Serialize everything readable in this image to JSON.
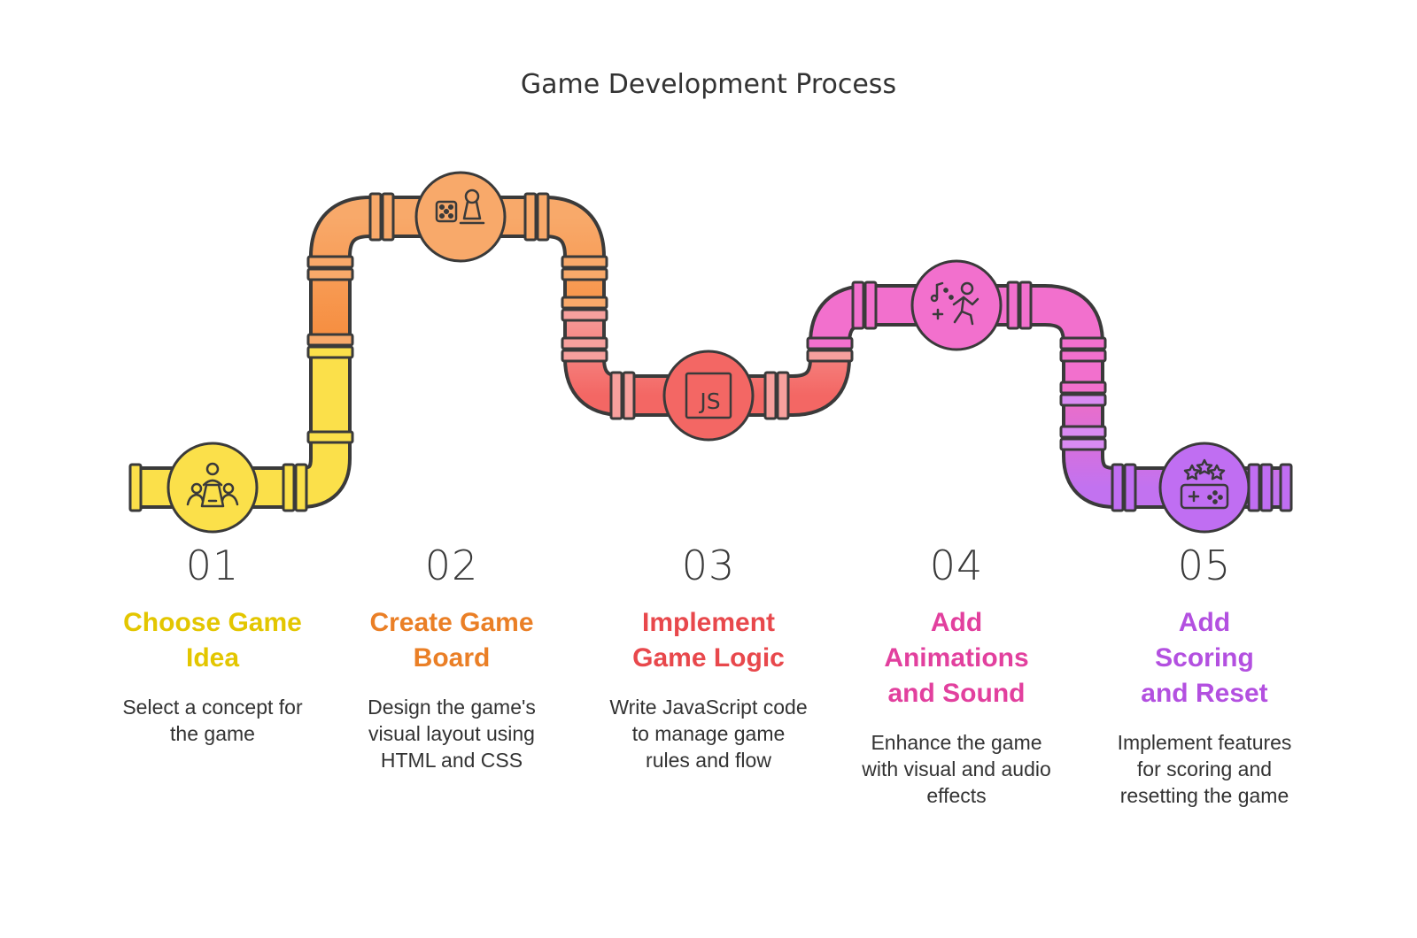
{
  "title": "Game Development Process",
  "steps": [
    {
      "number": "01",
      "title": "Choose Game Idea",
      "description": "Select a concept for the game",
      "color": "#e3c600",
      "icon": "meeting-icon"
    },
    {
      "number": "02",
      "title": "Create Game Board",
      "description": "Design the game's visual layout using HTML and CSS",
      "color": "#ea7f26",
      "icon": "board-game-icon"
    },
    {
      "number": "03",
      "title": "Implement Game Logic",
      "description": "Write JavaScript code to manage game rules and flow",
      "color": "#e8484c",
      "icon": "js-icon"
    },
    {
      "number": "04",
      "title": "Add Animations and Sound",
      "description": "Enhance the game with visual and audio effects",
      "color": "#e2409e",
      "icon": "dance-music-icon"
    },
    {
      "number": "05",
      "title": "Add Scoring and Reset",
      "description": "Implement features for scoring and resetting the game",
      "color": "#b350e0",
      "icon": "gamepad-stars-icon"
    }
  ],
  "colors": {
    "pipe_yellow": "#fbe04a",
    "pipe_orange": "#f79c55",
    "pipe_red": "#f7746f",
    "pipe_pink": "#f270cd",
    "pipe_purple": "#c06ef2",
    "outline": "#3a3a3a"
  }
}
